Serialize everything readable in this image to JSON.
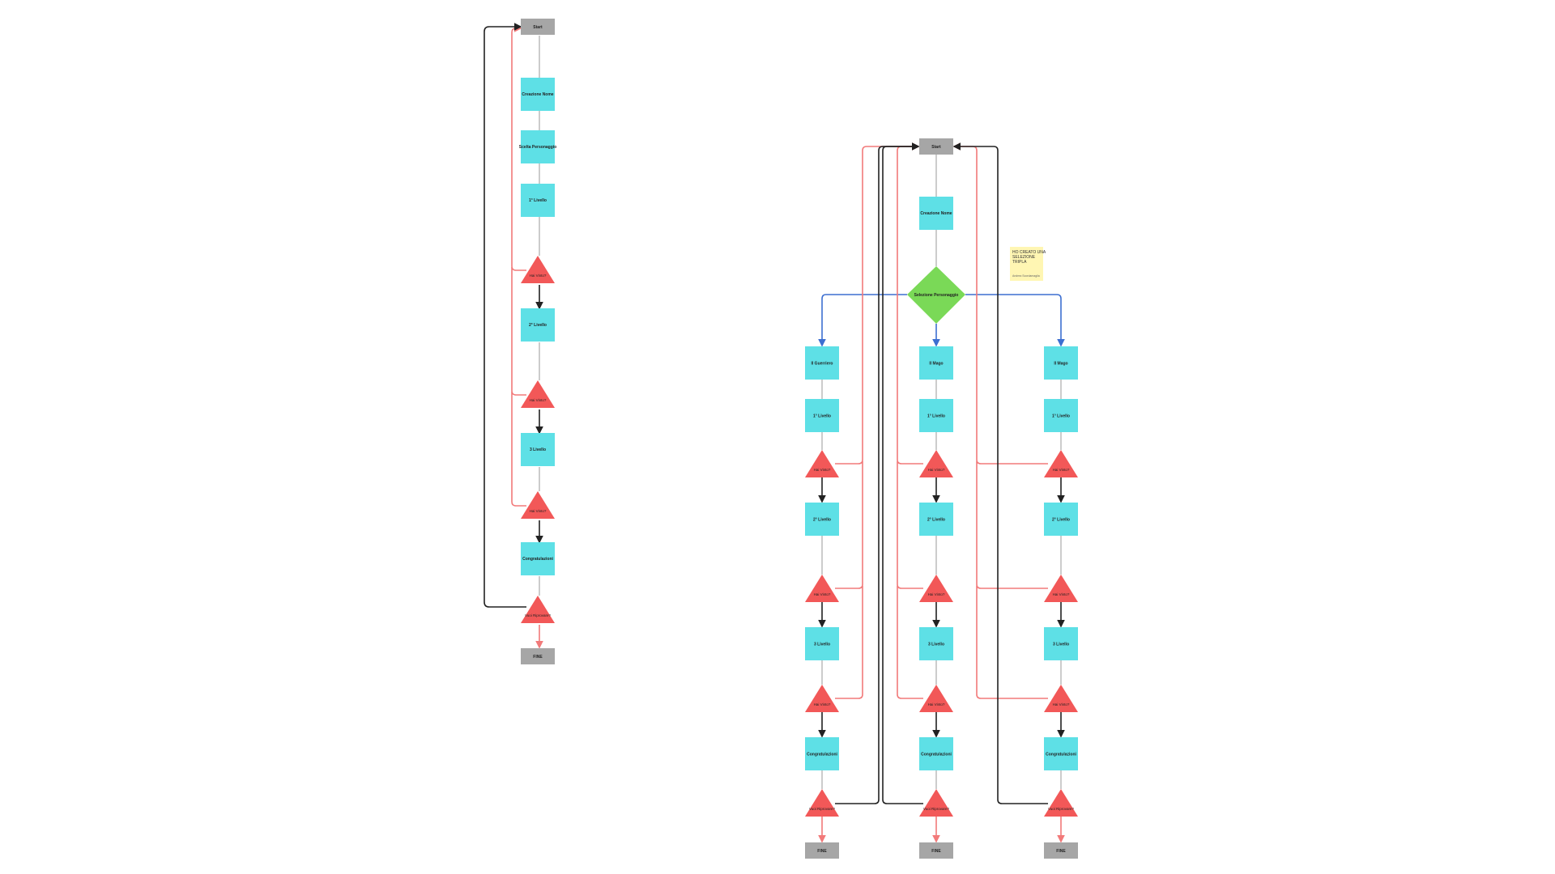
{
  "colors": {
    "start_end": "#a6a6a6",
    "process": "#5ee0e6",
    "decision_tri": "#f25858",
    "diamond": "#7ad957",
    "sticky": "#fff6b3",
    "edge_black": "#222222",
    "edge_red": "#f27a7a",
    "edge_blue": "#3d6fd1"
  },
  "left_flow": {
    "start": "Start",
    "nodes": [
      "Creazione Nome",
      "Scelta Personaggio",
      "1° Livello"
    ],
    "q1": "Hai Vinto?",
    "level2": "2° Livello",
    "q2": "Hai Vinto?",
    "level3": "3 Livello",
    "q3": "Hai Vinto?",
    "congrats": "Congratulazioni",
    "restart": "Vuoi Riprovare?",
    "end": "FINE"
  },
  "right_flow": {
    "start": "Start",
    "name": "Creazione Nome",
    "choice": "Selezione Personaggio",
    "branches": [
      {
        "character": "Il Guerriero",
        "level1": "1° Livello",
        "q1": "Hai Vinto?",
        "level2": "2° Livello",
        "q2": "Hai Vinto?",
        "level3": "3 Livello",
        "q3": "Hai Vinto?",
        "congrats": "Congratulazioni",
        "restart": "Vuoi Riprovare?",
        "end": "FINE"
      },
      {
        "character": "Il Mago",
        "level1": "1° Livello",
        "q1": "Hai Vinto?",
        "level2": "2° Livello",
        "q2": "Hai Vinto?",
        "level3": "3 Livello",
        "q3": "Hai Vinto?",
        "congrats": "Congratulazioni",
        "restart": "Vuoi Riprovare?",
        "end": "FINE"
      },
      {
        "character": "Il Mago",
        "level1": "1° Livello",
        "q1": "Hai Vinto?",
        "level2": "2° Livello",
        "q2": "Hai Vinto?",
        "level3": "3 Livello",
        "q3": "Hai Vinto?",
        "congrats": "Congratulazioni",
        "restart": "Vuoi Riprovare?",
        "end": "FINE"
      }
    ]
  },
  "sticky_note": {
    "text_lines": [
      "HO CREATO UNA",
      "SELEZIONE",
      "TRIPLA"
    ],
    "author": "Andrea Scordamaglia"
  }
}
